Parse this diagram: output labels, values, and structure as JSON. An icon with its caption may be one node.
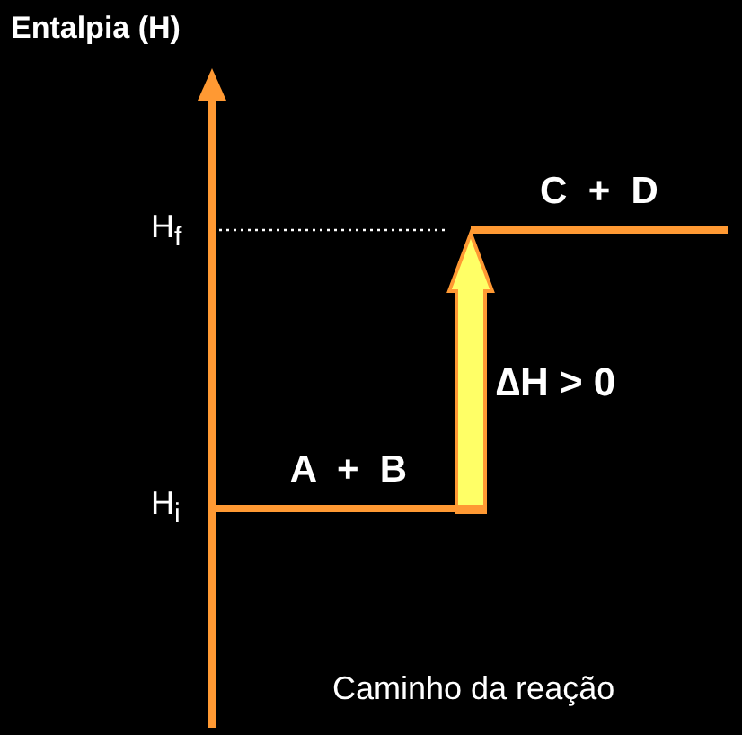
{
  "diagram": {
    "nodes": [
      {
        "text": [
          "A  +  B"
        ]
      },
      {
        "text": [
          "C  +  D"
        ]
      }
    ],
    "edges": [
      {
        "from": 0,
        "to": 1,
        "arrow": "to",
        "label": "∆H > 0",
        "style": "thick",
        "color": "#ffff66"
      }
    ],
    "labels": [
      "Entalpia (H)",
      "H$_{f}$",
      "H$_{i}$",
      "Caminho da reação"
    ]
  }
}
